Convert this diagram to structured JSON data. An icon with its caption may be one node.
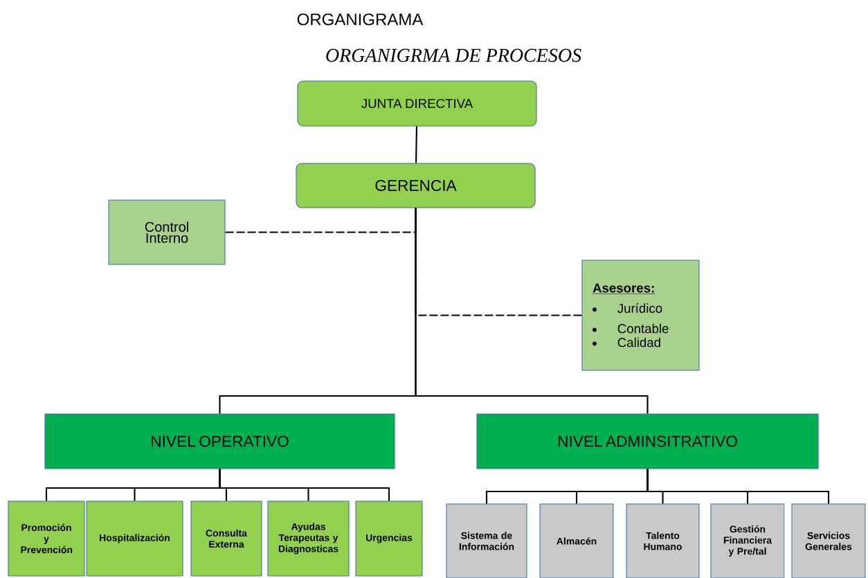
{
  "diagram": {
    "title": "ORGANIGRAMA",
    "nodes": [
      {
        "text": [
          "JUNTA DIRECTIVA"
        ]
      },
      {
        "text": [
          "GERENCIA"
        ]
      },
      {
        "text": [
          "Control Interno"
        ]
      },
      {
        "text": [
          "Asesores:",
          "Jurídico",
          "Contable",
          "Calidad"
        ]
      },
      {
        "text": [
          "NIVEL OPERATIVO"
        ]
      },
      {
        "text": [
          "NIVEL ADMINSITRATIVO"
        ]
      },
      {
        "text": [
          "Promoción y Prevención"
        ]
      },
      {
        "text": [
          "Hospitalización"
        ]
      },
      {
        "text": [
          "Consulta Externa"
        ]
      },
      {
        "text": [
          "Ayudas Terapeutas y Diagnosticas"
        ]
      },
      {
        "text": [
          "Urgencias"
        ]
      },
      {
        "text": [
          "Sistema de Información"
        ]
      },
      {
        "text": [
          "Almacén"
        ]
      },
      {
        "text": [
          "Talento Humano"
        ]
      },
      {
        "text": [
          "Gestión Financiera y Pre/tal"
        ]
      },
      {
        "text": [
          "Servicios Generales"
        ]
      }
    ],
    "edges": [
      {
        "from": 0,
        "to": 1,
        "arrow": "none"
      },
      {
        "from": 1,
        "to": 2,
        "arrow": "none",
        "style": "dashed"
      },
      {
        "from": 1,
        "to": 3,
        "arrow": "none",
        "style": "dashed"
      },
      {
        "from": 1,
        "to": 4,
        "arrow": "none"
      },
      {
        "from": 1,
        "to": 5,
        "arrow": "none"
      },
      {
        "from": 4,
        "to": 6,
        "arrow": "none"
      },
      {
        "from": 4,
        "to": 7,
        "arrow": "none"
      },
      {
        "from": 4,
        "to": 8,
        "arrow": "none"
      },
      {
        "from": 4,
        "to": 9,
        "arrow": "none"
      },
      {
        "from": 4,
        "to": 10,
        "arrow": "none"
      },
      {
        "from": 5,
        "to": 11,
        "arrow": "none"
      },
      {
        "from": 5,
        "to": 12,
        "arrow": "none"
      },
      {
        "from": 5,
        "to": 13,
        "arrow": "none"
      },
      {
        "from": 5,
        "to": 14,
        "arrow": "none"
      },
      {
        "from": 5,
        "to": 15,
        "arrow": "none"
      }
    ],
    "labels": [
      "ORGANIGRMA DE PROCESOS"
    ]
  }
}
